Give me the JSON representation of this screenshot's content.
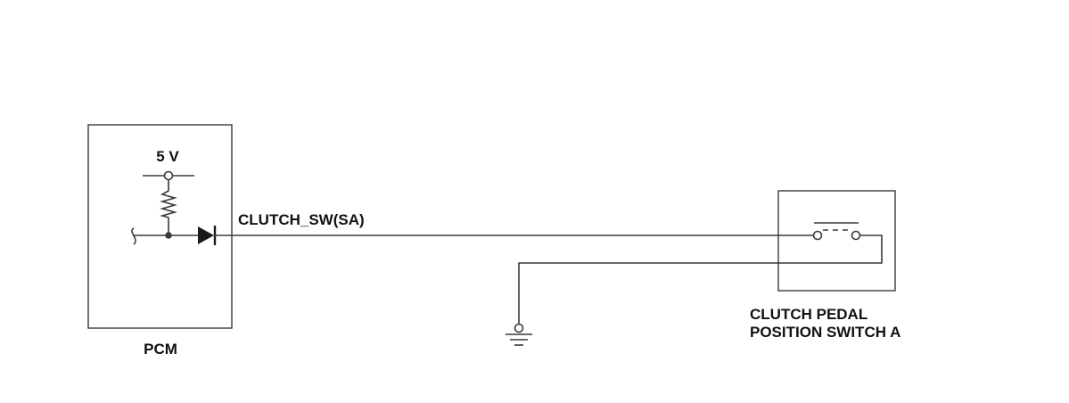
{
  "pcm": {
    "label": "PCM",
    "supply_label": "5 V"
  },
  "wire": {
    "label": "CLUTCH_SW(SA)"
  },
  "switch": {
    "label_line1": "CLUTCH PEDAL",
    "label_line2": "POSITION SWITCH A"
  },
  "colors": {
    "line": "#3a3a3a",
    "text": "#111111",
    "background": "#ffffff"
  }
}
